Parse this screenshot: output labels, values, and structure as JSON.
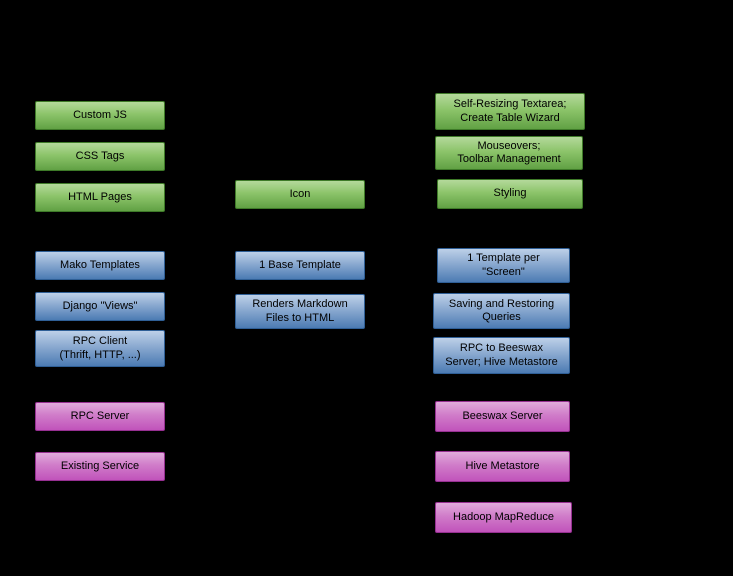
{
  "diagram": {
    "background_color": "#000000",
    "text_color": "#000000",
    "colors": {
      "green_top": "#b4d99b",
      "green_bottom": "#61a144",
      "blue_top": "#bdd0e8",
      "blue_bottom": "#4c7bb3",
      "purple_top": "#e0abdb",
      "purple_bottom": "#c153bb"
    },
    "boxes": [
      {
        "label": "Custom JS",
        "color": "green"
      },
      {
        "label": "CSS Tags",
        "color": "green"
      },
      {
        "label": "HTML Pages",
        "color": "green"
      },
      {
        "label": "Mako Templates",
        "color": "blue"
      },
      {
        "label": "Django \"Views\"",
        "color": "blue"
      },
      {
        "label": "RPC Client\n(Thrift, HTTP, ...)",
        "color": "blue"
      },
      {
        "label": "RPC Server",
        "color": "purple"
      },
      {
        "label": "Existing Service",
        "color": "purple"
      },
      {
        "label": "Icon",
        "color": "green"
      },
      {
        "label": "1 Base Template",
        "color": "blue"
      },
      {
        "label": "Renders Markdown\nFiles to HTML",
        "color": "blue"
      },
      {
        "label": "Self-Resizing Textarea;\nCreate Table Wizard",
        "color": "green"
      },
      {
        "label": "Mouseovers;\nToolbar Management",
        "color": "green"
      },
      {
        "label": "Styling",
        "color": "green"
      },
      {
        "label": "1 Template per\n\"Screen\"",
        "color": "blue"
      },
      {
        "label": "Saving and Restoring\nQueries",
        "color": "blue"
      },
      {
        "label": "RPC to Beeswax\nServer; Hive Metastore",
        "color": "blue"
      },
      {
        "label": "Beeswax Server",
        "color": "purple"
      },
      {
        "label": "Hive Metastore",
        "color": "purple"
      },
      {
        "label": "Hadoop MapReduce",
        "color": "purple"
      }
    ]
  }
}
